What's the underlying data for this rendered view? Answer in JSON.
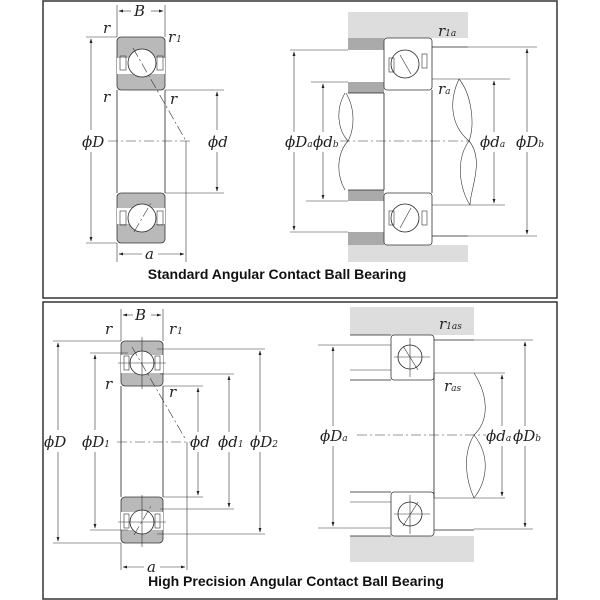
{
  "panels": [
    {
      "title": "Standard Angular Contact Ball Bearing",
      "left_labels": {
        "B": "B",
        "r_top_left": "r",
        "r1": "r",
        "r1_sub": "1",
        "r_mid_left": "r",
        "r_mid_right": "r",
        "D": "ϕD",
        "d": "ϕd",
        "a": "a"
      },
      "right_labels": {
        "r1a": "r",
        "r1a_sub": "1a",
        "ra": "r",
        "ra_sub": "a",
        "Da": "ϕD",
        "Da_sub": "a",
        "db": "ϕd",
        "db_sub": "b",
        "da": "ϕd",
        "da_sub": "a",
        "Db": "ϕD",
        "Db_sub": "b"
      }
    },
    {
      "title": "High Precision Angular Contact Ball Bearing",
      "left_labels": {
        "B": "B",
        "r_top_left": "r",
        "r1": "r",
        "r1_sub": "1",
        "r_mid_left": "r",
        "r_mid_right": "r",
        "D": "ϕD",
        "D1": "ϕD",
        "D1_sub": "1",
        "d": "ϕd",
        "d1": "ϕd",
        "d1_sub": "1",
        "D2": "ϕD",
        "D2_sub": "2",
        "a": "a"
      },
      "right_labels": {
        "r1as": "r",
        "r1as_sub": "1as",
        "ras": "r",
        "ras_sub": "as",
        "Da": "ϕD",
        "Da_sub": "a",
        "da": "ϕd",
        "da_sub": "a",
        "Db": "ϕD",
        "Db_sub": "b"
      }
    }
  ]
}
